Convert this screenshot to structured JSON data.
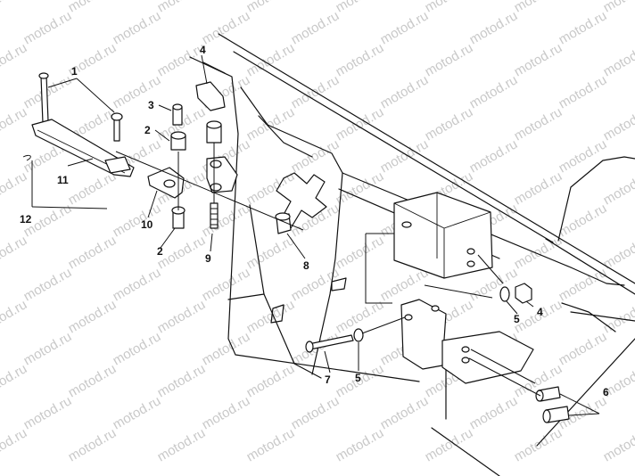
{
  "watermark": {
    "text": "motod.ru",
    "color": "#c9c9c9"
  },
  "callouts": [
    "1",
    "2",
    "3",
    "4",
    "2",
    "11",
    "10",
    "12",
    "9",
    "8",
    "4",
    "5",
    "7",
    "5",
    "6"
  ]
}
